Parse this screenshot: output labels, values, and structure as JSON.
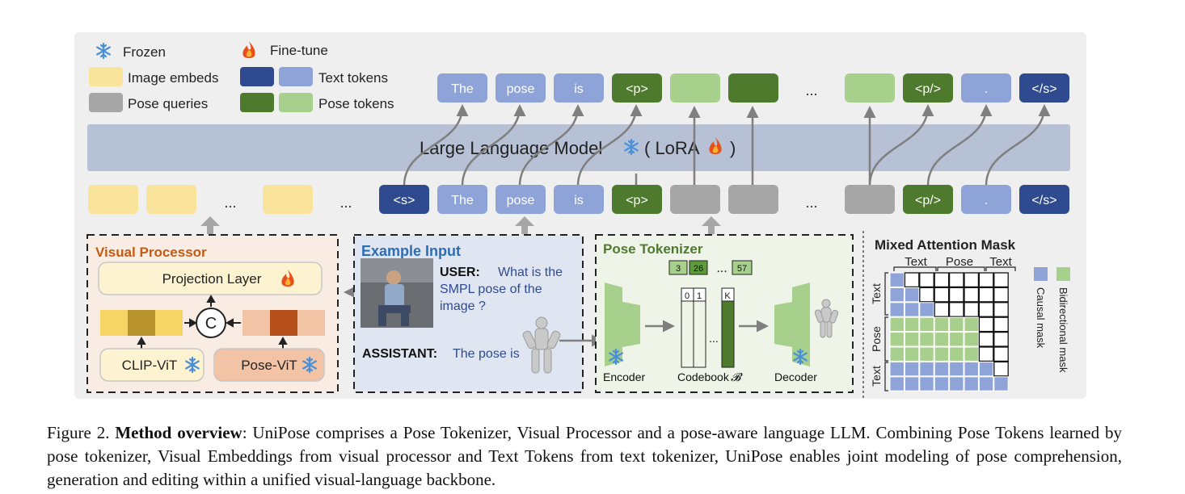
{
  "legend": {
    "frozen": "Frozen",
    "finetune": "Fine-tune",
    "image_embeds": "Image embeds",
    "pose_queries": "Pose queries",
    "text_tokens": "Text tokens",
    "pose_tokens": "Pose tokens"
  },
  "llm": {
    "label": "Large Language Model",
    "lora_open": "( LoRA",
    "lora_close": ")"
  },
  "output_tokens": [
    "The",
    "pose",
    "is",
    "<p>",
    "",
    "",
    "...",
    "",
    "<p/>",
    ".",
    "</s>"
  ],
  "input_tokens": [
    "...",
    "...",
    "<s>",
    "The",
    "pose",
    "is",
    "<p>",
    "",
    "",
    "...",
    "",
    "<p/>",
    ".",
    "</s>"
  ],
  "visual_processor": {
    "title": "Visual Processor",
    "projection": "Projection Layer",
    "concat": "C",
    "clip": "CLIP-ViT",
    "pose_vit": "Pose-ViT"
  },
  "example": {
    "title": "Example Input",
    "user_label": "USER:",
    "user_text": "What is the SMPL pose of the image ?",
    "assistant_label": "ASSISTANT:",
    "assistant_text": "The pose is"
  },
  "tokenizer": {
    "title": "Pose Tokenizer",
    "codes": [
      "3",
      "26",
      "57"
    ],
    "code_ellipsis": "...",
    "codebook_idx": [
      "0",
      "1",
      "K"
    ],
    "codebook_ellipsis": "...",
    "encoder": "Encoder",
    "codebook": "Codebook",
    "codebook_symbol": "𝓑",
    "decoder": "Decoder"
  },
  "mask": {
    "title": "Mixed Attention Mask",
    "top_labels": [
      "Text",
      "Pose",
      "Text"
    ],
    "side_labels": [
      "Text",
      "Pose",
      "Text"
    ],
    "causal": "Causal mask",
    "bidirectional": "Bidirectional mask"
  },
  "caption": {
    "prefix": "Figure 2.",
    "bold": "Method overview",
    "body": ": UniPose comprises a Pose Tokenizer, Visual Processor and a pose-aware language LLM. Combining Pose Tokens learned by pose tokenizer, Visual Embeddings from visual processor and Text Tokens from text tokenizer, UniPose enables joint modeling of pose comprehension, generation and editing within a unified visual-language backbone."
  },
  "colors": {
    "text_dark": "#2f4a8f",
    "text_light": "#8ea4d8",
    "pose_dark": "#4d7a2c",
    "pose_light": "#a8d08d",
    "image_embed": "#fae39b",
    "pose_query": "#a6a6a6",
    "panel_bg": "#efefef",
    "llm_bg": "#b7c1d6"
  }
}
